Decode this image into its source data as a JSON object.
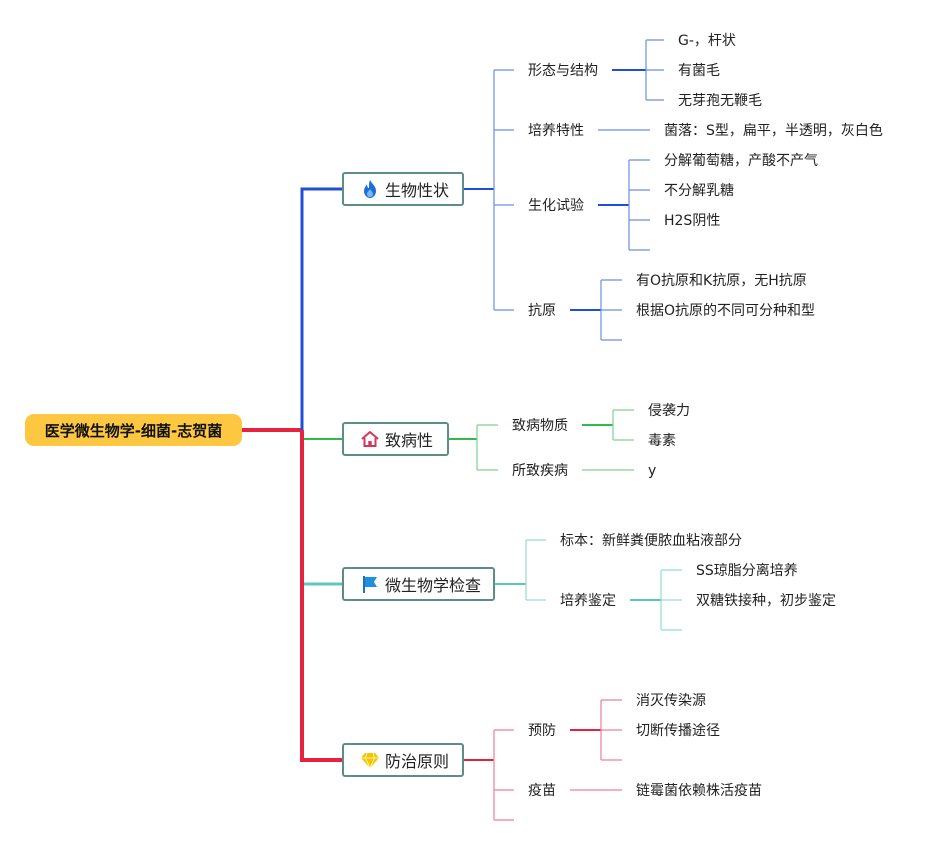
{
  "root": {
    "title": "医学微生物学-细菌-志贺菌"
  },
  "branches": {
    "bio": {
      "label": "生物性状",
      "icon": "fire-icon",
      "color": "#1f4fd6",
      "light": "#6b8ee6",
      "morph": {
        "label": "形态与结构",
        "items": [
          "G-，杆状",
          "有菌毛",
          "无芽孢无鞭毛"
        ]
      },
      "culture": {
        "label": "培养特性",
        "items": [
          "菌落：S型，扁平，半透明，灰白色"
        ]
      },
      "biochem": {
        "label": "生化试验",
        "items": [
          "分解葡萄糖，产酸不产气",
          "不分解乳糖",
          "H2S阴性"
        ]
      },
      "antigen": {
        "label": "抗原",
        "items": [
          "有O抗原和K抗原，无H抗原",
          "根据O抗原的不同可分种和型"
        ]
      }
    },
    "path": {
      "label": "致病性",
      "icon": "house-icon",
      "color": "#33b84b",
      "light": "#7fd38f",
      "substance": {
        "label": "致病物质",
        "items": [
          "侵袭力",
          "毒素"
        ]
      },
      "disease": {
        "label": "所致疾病",
        "items": [
          "y"
        ]
      }
    },
    "micro": {
      "label": "微生物学检查",
      "icon": "flag-icon",
      "color": "#5fc6bb",
      "light": "#96dad2",
      "specimen": {
        "label": "标本：新鲜粪便脓血粘液部分"
      },
      "ident": {
        "label": "培养鉴定",
        "items": [
          "SS琼脂分离培养",
          "双糖铁接种，初步鉴定"
        ]
      }
    },
    "prev": {
      "label": "防治原则",
      "icon": "diamond-icon",
      "color": "#e8213f",
      "light": "#ee8094",
      "prevent": {
        "label": "预防",
        "items": [
          "消灭传染源",
          "切断传播途径"
        ]
      },
      "vaccine": {
        "label": "疫苗",
        "items": [
          "链霉菌依赖株活疫苗"
        ]
      }
    }
  }
}
